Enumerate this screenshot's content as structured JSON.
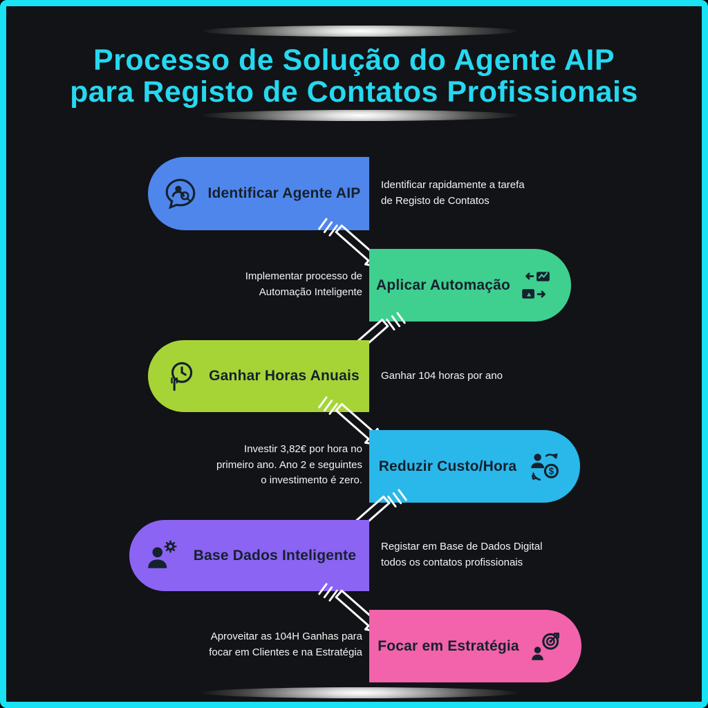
{
  "frame": {
    "border_color": "#18E2F4",
    "background": "#121316"
  },
  "title": {
    "text": "Processo de Solução do Agente AIP\npara Registo de Contatos Profissionais",
    "color": "#26D8F0"
  },
  "connector_icon": "zigzag-flow-arrow-icon",
  "steps": [
    {
      "label": "Identificar Agente AIP",
      "description": "Identificar rapidamente a tarefa\nde Registo de Contatos",
      "icon": "agent-chat-search-icon",
      "color": "#4F86EC",
      "pill_side": "left",
      "desc_side": "right"
    },
    {
      "label": "Aplicar Automação",
      "description": "Implementar processo de\nAutomação Inteligente",
      "icon": "automation-exchange-icon",
      "color": "#3FCF8F",
      "pill_side": "right",
      "desc_side": "left"
    },
    {
      "label": "Ganhar Horas Anuais",
      "description": "Ganhar 104 horas por ano",
      "icon": "clock-hours-icon",
      "color": "#A6D437",
      "pill_side": "left",
      "desc_side": "right"
    },
    {
      "label": "Reduzir Custo/Hora",
      "description": "Investir 3,82€ por hora no\nprimeiro ano. Ano 2 e seguintes\no investimento é zero.",
      "icon": "cost-dollar-exchange-icon",
      "icon_glyph": "$",
      "color": "#2AB7EA",
      "pill_side": "right",
      "desc_side": "left"
    },
    {
      "label": "Base Dados Inteligente",
      "description": "Registar em Base de Dados Digital\ntodos os contatos profissionais",
      "icon": "person-gear-database-icon",
      "color": "#8B64F3",
      "pill_side": "left",
      "desc_side": "right"
    },
    {
      "label": "Focar em Estratégia",
      "description": "Aproveitar as 104H Ganhas para\nfocar em Clientes e na Estratégia",
      "icon": "target-dart-strategy-icon",
      "color": "#F263AB",
      "pill_side": "right",
      "desc_side": "left"
    }
  ]
}
